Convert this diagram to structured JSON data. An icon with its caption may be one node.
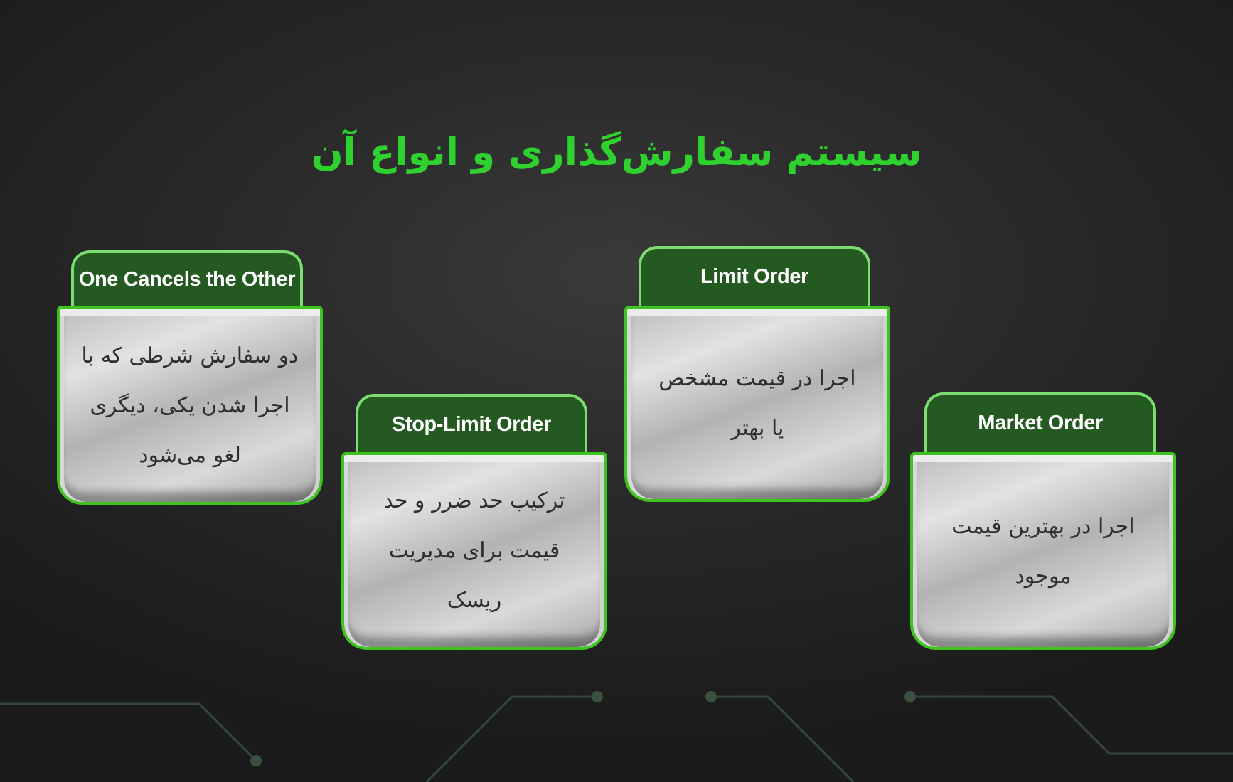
{
  "diagram": {
    "title": "سیستم سفارش‌گذاری و انواع آن",
    "nodes": [
      {
        "text": [
          "Market Order",
          "اجرا در بهترین قیمت موجود"
        ]
      },
      {
        "text": [
          "Limit Order",
          "اجرا در قیمت مشخص یا بهتر"
        ]
      },
      {
        "text": [
          "Stop-Limit Order",
          "ترکیب حد ضرر و حد قیمت برای مدیریت ریسک"
        ]
      },
      {
        "text": [
          "One Cancels the Other",
          "دو سفارش شرطی که با اجرا شدن یکی، دیگری لغو می‌شود"
        ]
      }
    ]
  }
}
